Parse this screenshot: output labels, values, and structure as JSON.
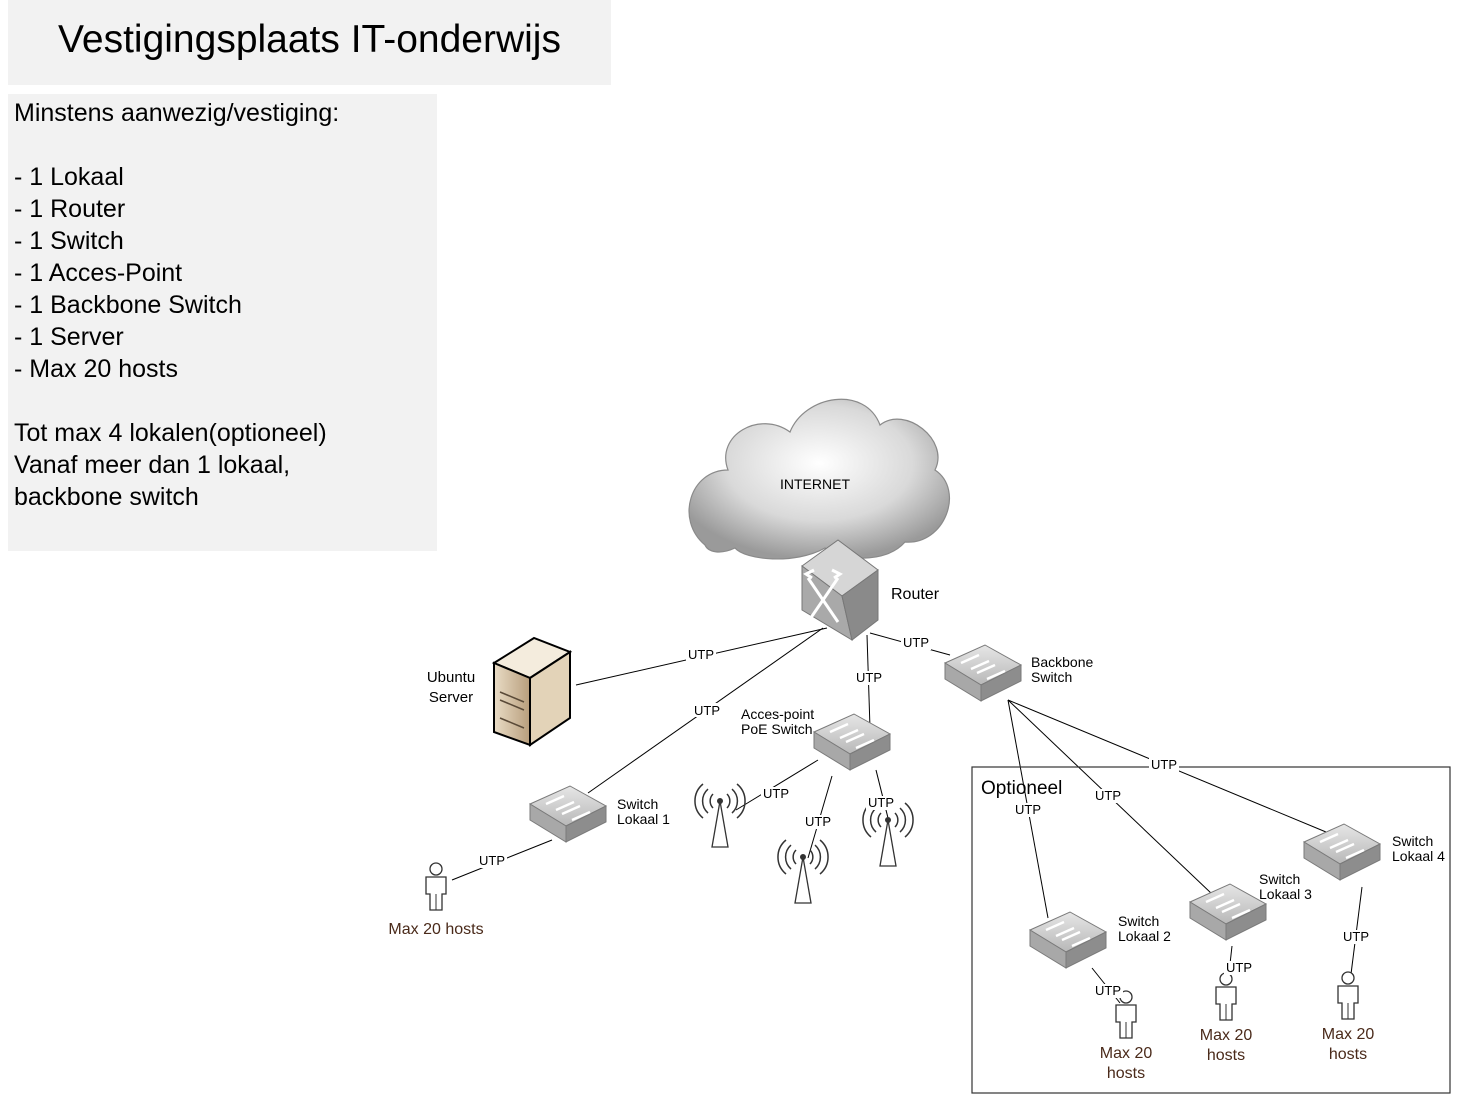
{
  "title": "Vestigingsplaats IT-onderwijs",
  "requirements": {
    "heading": "Minstens aanwezig/vestiging:",
    "items": [
      "- 1 Lokaal",
      "- 1 Router",
      "- 1 Switch",
      "- 1 Acces-Point",
      "- 1 Backbone Switch",
      "- 1 Server",
      "- Max 20 hosts"
    ],
    "note_lines": [
      "Tot max 4 lokalen(optioneel)",
      "Vanaf meer dan 1 lokaal,",
      "backbone switch"
    ]
  },
  "diagram": {
    "internet": "INTERNET",
    "router": "Router",
    "server": [
      "Ubuntu",
      "Server"
    ],
    "backbone": [
      "Backbone",
      "Switch"
    ],
    "ap_switch": [
      "Acces-point",
      "PoE Switch"
    ],
    "switch1": [
      "Switch",
      "Lokaal 1"
    ],
    "switch2": [
      "Switch",
      "Lokaal 2"
    ],
    "switch3": [
      "Switch",
      "Lokaal 3"
    ],
    "switch4": [
      "Switch",
      "Lokaal 4"
    ],
    "optional": "Optioneel",
    "link": "UTP",
    "hosts1": "Max 20 hosts",
    "hosts_split": [
      "Max 20",
      "hosts"
    ]
  }
}
